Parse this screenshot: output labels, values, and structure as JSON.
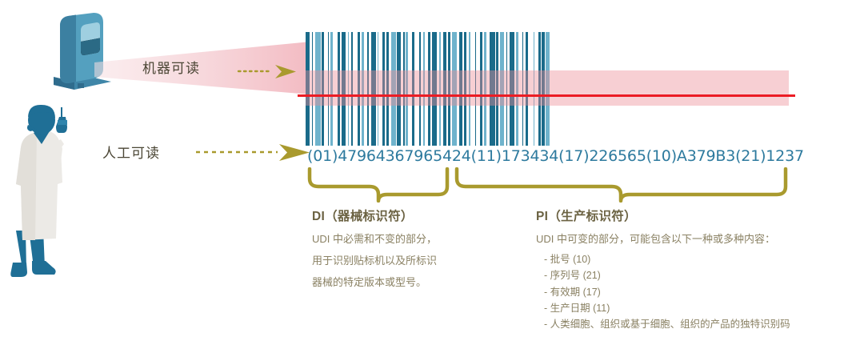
{
  "diagram": {
    "title": "UDI barcode structure",
    "colors": {
      "bar_dark": "#1a6b8a",
      "bar_light": "#6fb3cc",
      "bar_mid": "#3f8fae",
      "scanline": "#ec1c24",
      "beam_pink": "#eb8c96",
      "code_text": "#2d7a9e",
      "caption_heading": "#6b6242",
      "caption_body": "#8a8163",
      "brace": "#a99a2e",
      "scanner_body": "#3b7fa3",
      "doctor_coat": "#eceae6",
      "doctor_skin": "#1f6f96"
    }
  },
  "labels": {
    "machine_readable": "机器可读",
    "human_readable": "人工可读"
  },
  "icons": {
    "scanner": "barcode-scanner-icon",
    "doctor": "doctor-figure-icon",
    "arrow_machine": "dotted-arrow-icon",
    "arrow_human": "dashed-arrow-icon"
  },
  "code": {
    "full": "(01)47964367965424(11)173434(17)226565(10)A379B3(21)1237",
    "di_part": "(01)47964367965424",
    "pi_part": "(11)173434(17)226565(10)A379B3(21)1237",
    "segments": [
      {
        "ai": "(01)",
        "value": "47964367965424",
        "group": "DI"
      },
      {
        "ai": "(11)",
        "value": "173434",
        "group": "PI"
      },
      {
        "ai": "(17)",
        "value": "226565",
        "group": "PI"
      },
      {
        "ai": "(10)",
        "value": "A379B3",
        "group": "PI"
      },
      {
        "ai": "(21)",
        "value": "1237",
        "group": "PI"
      }
    ]
  },
  "di": {
    "heading": "DI（器械标识符）",
    "lines": [
      "UDI 中必需和不变的部分，",
      "用于识别贴标机以及所标识",
      "器械的特定版本或型号。"
    ]
  },
  "pi": {
    "heading": "PI（生产标识符）",
    "intro": "UDI 中可变的部分，可能包含以下一种或多种内容：",
    "items": [
      "- 批号 (10)",
      "- 序列号 (21)",
      "- 有效期 (17)",
      "- 生产日期 (11)",
      "- 人类细胞、组织或基于细胞、组织的产品的独特识别码"
    ]
  },
  "barcode": {
    "bar_count": 96,
    "pattern": [
      3,
      2,
      1,
      2,
      4,
      1,
      2,
      3,
      1,
      1,
      2,
      4,
      2,
      1,
      3,
      2,
      1,
      2,
      1,
      4,
      2,
      1,
      2,
      3,
      1,
      2,
      4,
      1,
      1,
      3,
      2,
      1,
      2,
      2,
      4,
      1,
      3,
      2,
      1,
      1,
      2,
      3,
      2,
      4,
      1,
      2,
      1,
      3,
      2,
      1,
      4,
      2,
      1,
      2,
      3,
      1,
      2,
      1,
      4,
      2,
      3,
      1,
      2,
      2,
      1,
      4,
      1,
      3,
      2,
      1,
      2,
      3,
      4,
      1,
      2,
      1,
      3,
      2,
      1,
      2,
      4,
      1,
      2,
      3,
      1,
      2,
      2,
      4,
      1,
      3,
      2,
      1,
      2,
      1,
      3,
      2
    ]
  }
}
